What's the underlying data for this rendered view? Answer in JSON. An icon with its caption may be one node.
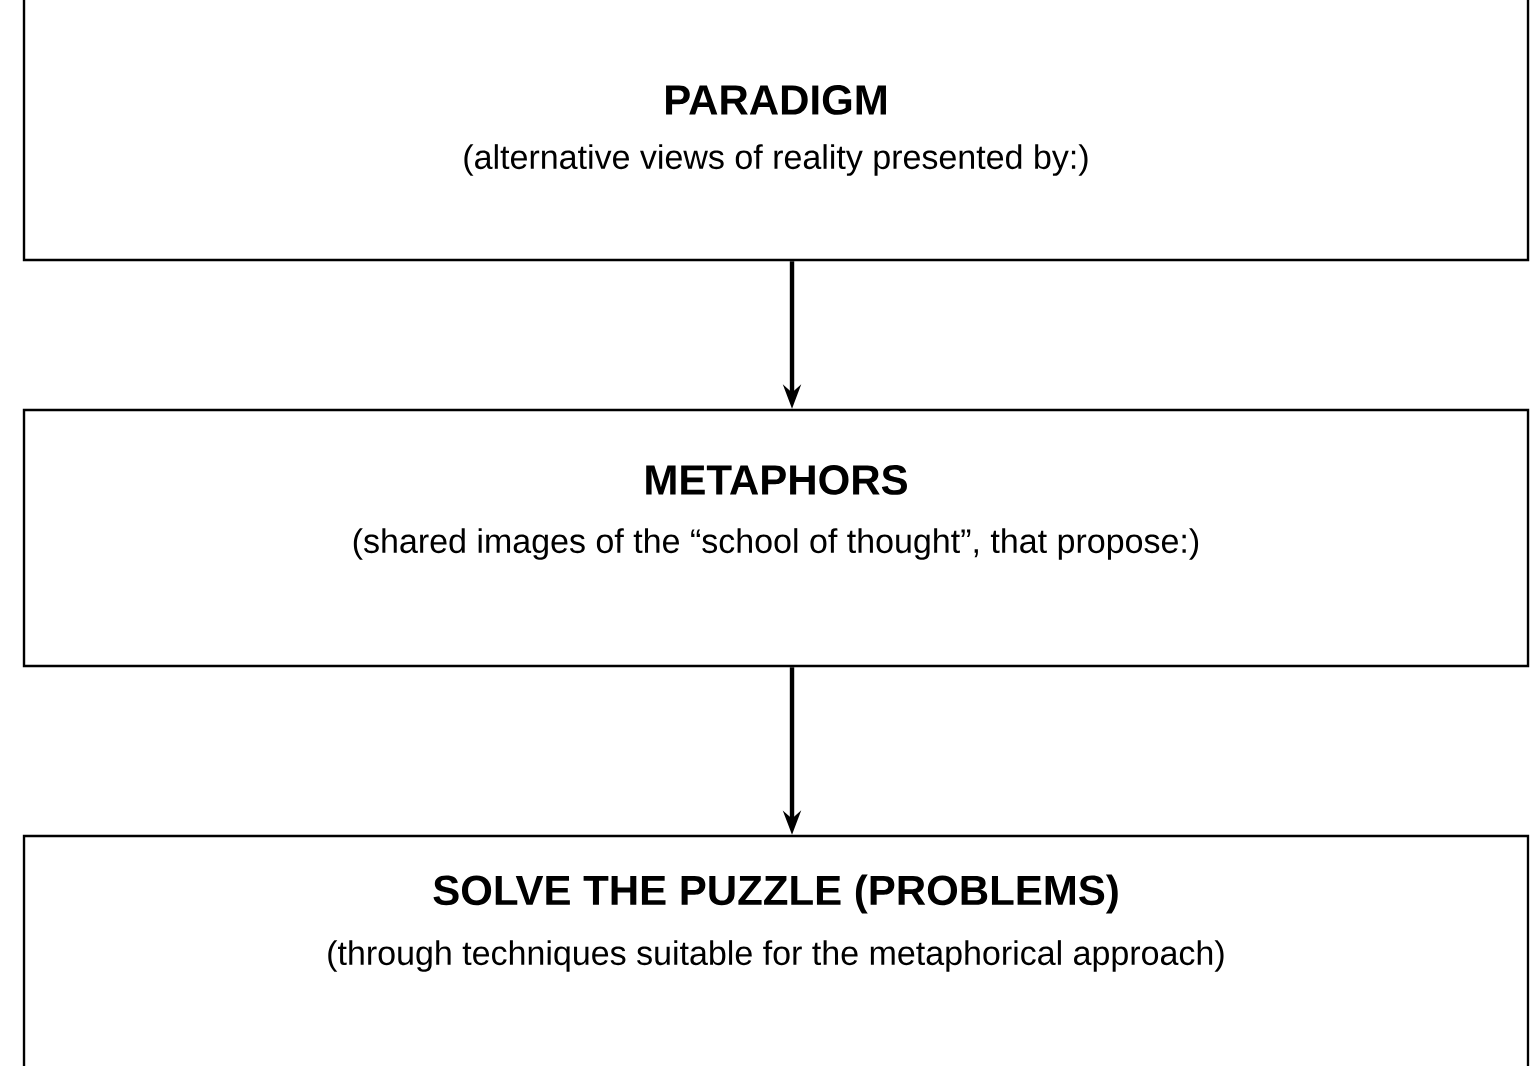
{
  "diagram": {
    "nodes": [
      {
        "text": [
          "PARADIGM",
          "(alternative views of reality presented by:)"
        ]
      },
      {
        "text": [
          "METAPHORS",
          "(shared images of the “school of thought”, that propose:)"
        ]
      },
      {
        "text": [
          "SOLVE THE PUZZLE (PROBLEMS)",
          "(through techniques suitable for the metaphorical approach)"
        ]
      }
    ],
    "edges": [
      {
        "from": 0,
        "to": 1,
        "arrow": "to"
      },
      {
        "from": 1,
        "to": 2,
        "arrow": "to"
      }
    ]
  }
}
